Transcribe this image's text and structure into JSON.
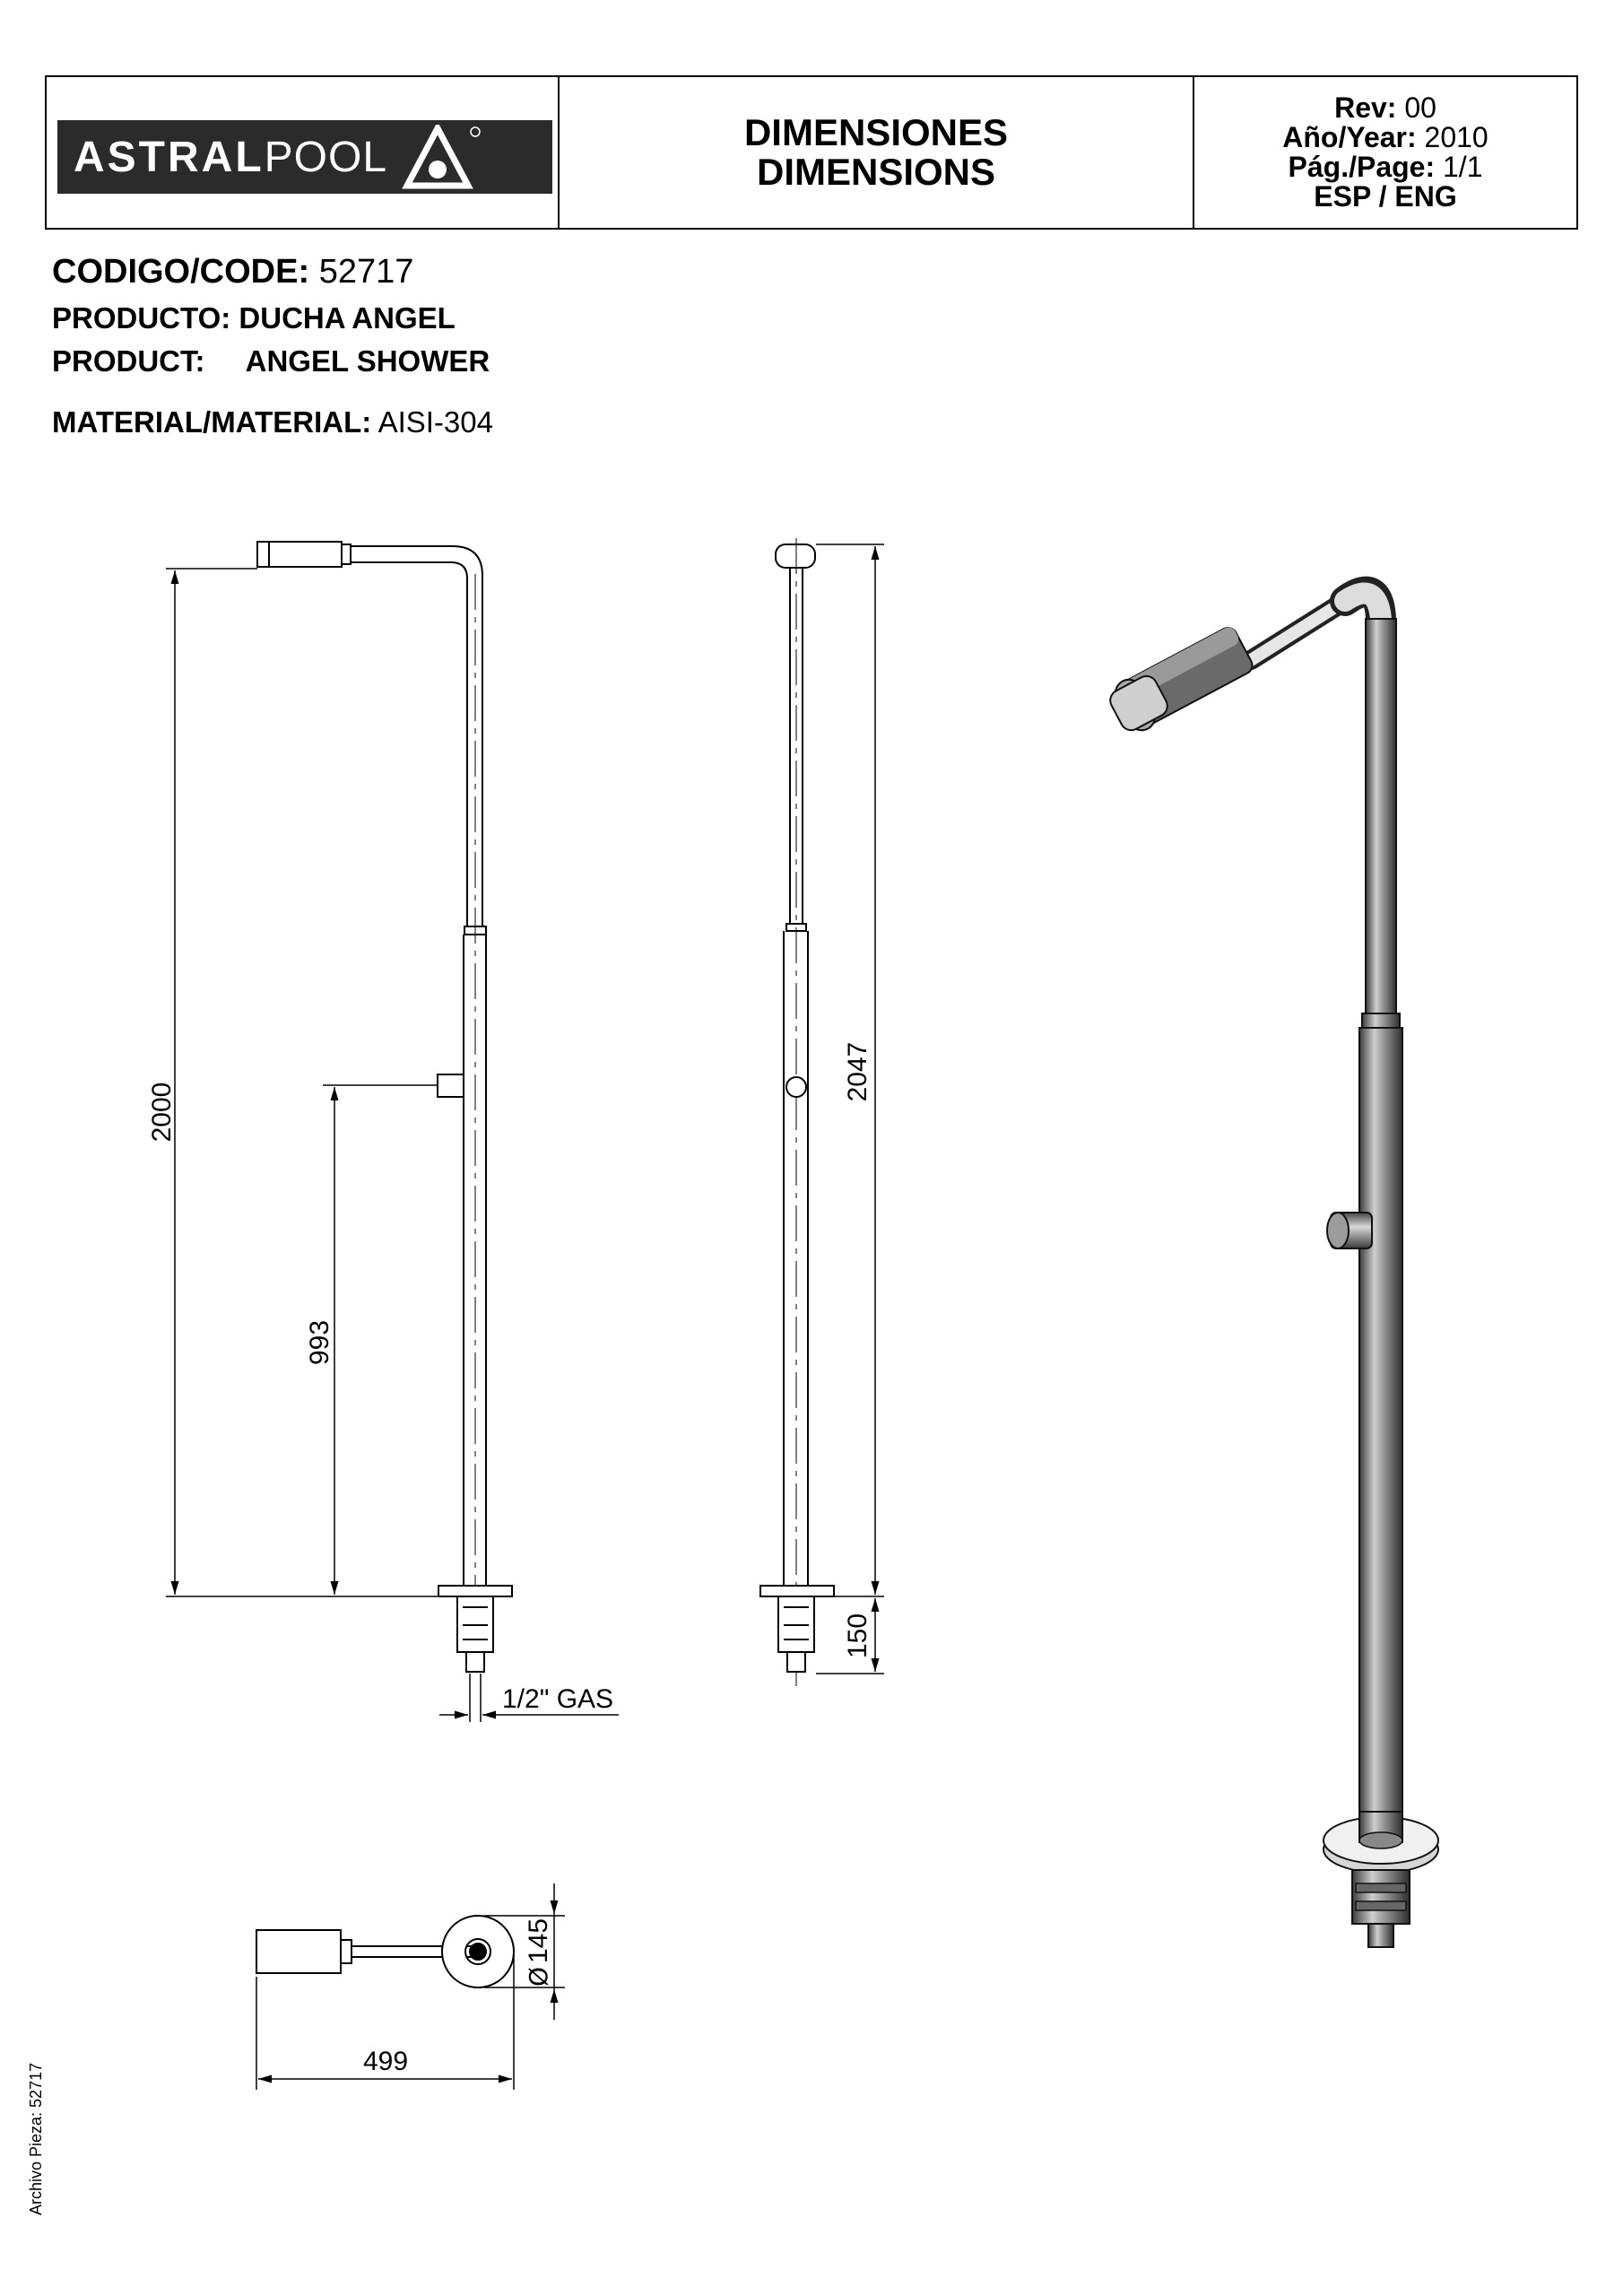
{
  "header": {
    "logo_text_bold": "ASTRAL",
    "logo_text_light": "POOL",
    "title_es": "DIMENSIONES",
    "title_en": "DIMENSIONS",
    "rev_label": "Rev:",
    "rev_value": "00",
    "year_label": "Año/Year:",
    "year_value": "2010",
    "page_label": "Pág./Page:",
    "page_value": "1/1",
    "lang": "ESP / ENG"
  },
  "product": {
    "code_label": "CODIGO/CODE:",
    "code_value": "52717",
    "product_es_label": "PRODUCTO:",
    "product_es_value": "DUCHA ANGEL",
    "product_en_label": "PRODUCT:",
    "product_en_value": "ANGEL SHOWER",
    "material_label": "MATERIAL/MATERIAL:",
    "material_value": "AISI-304"
  },
  "dimensions": {
    "height_total": "2000",
    "height_valve": "993",
    "height_side": "2047",
    "base_depth": "150",
    "thread": "1/2\" GAS",
    "arm_length": "499",
    "base_diameter": "145",
    "diameter_symbol": "Ø"
  },
  "footer": {
    "file_ref": "Archivo Pieza: 52717"
  }
}
